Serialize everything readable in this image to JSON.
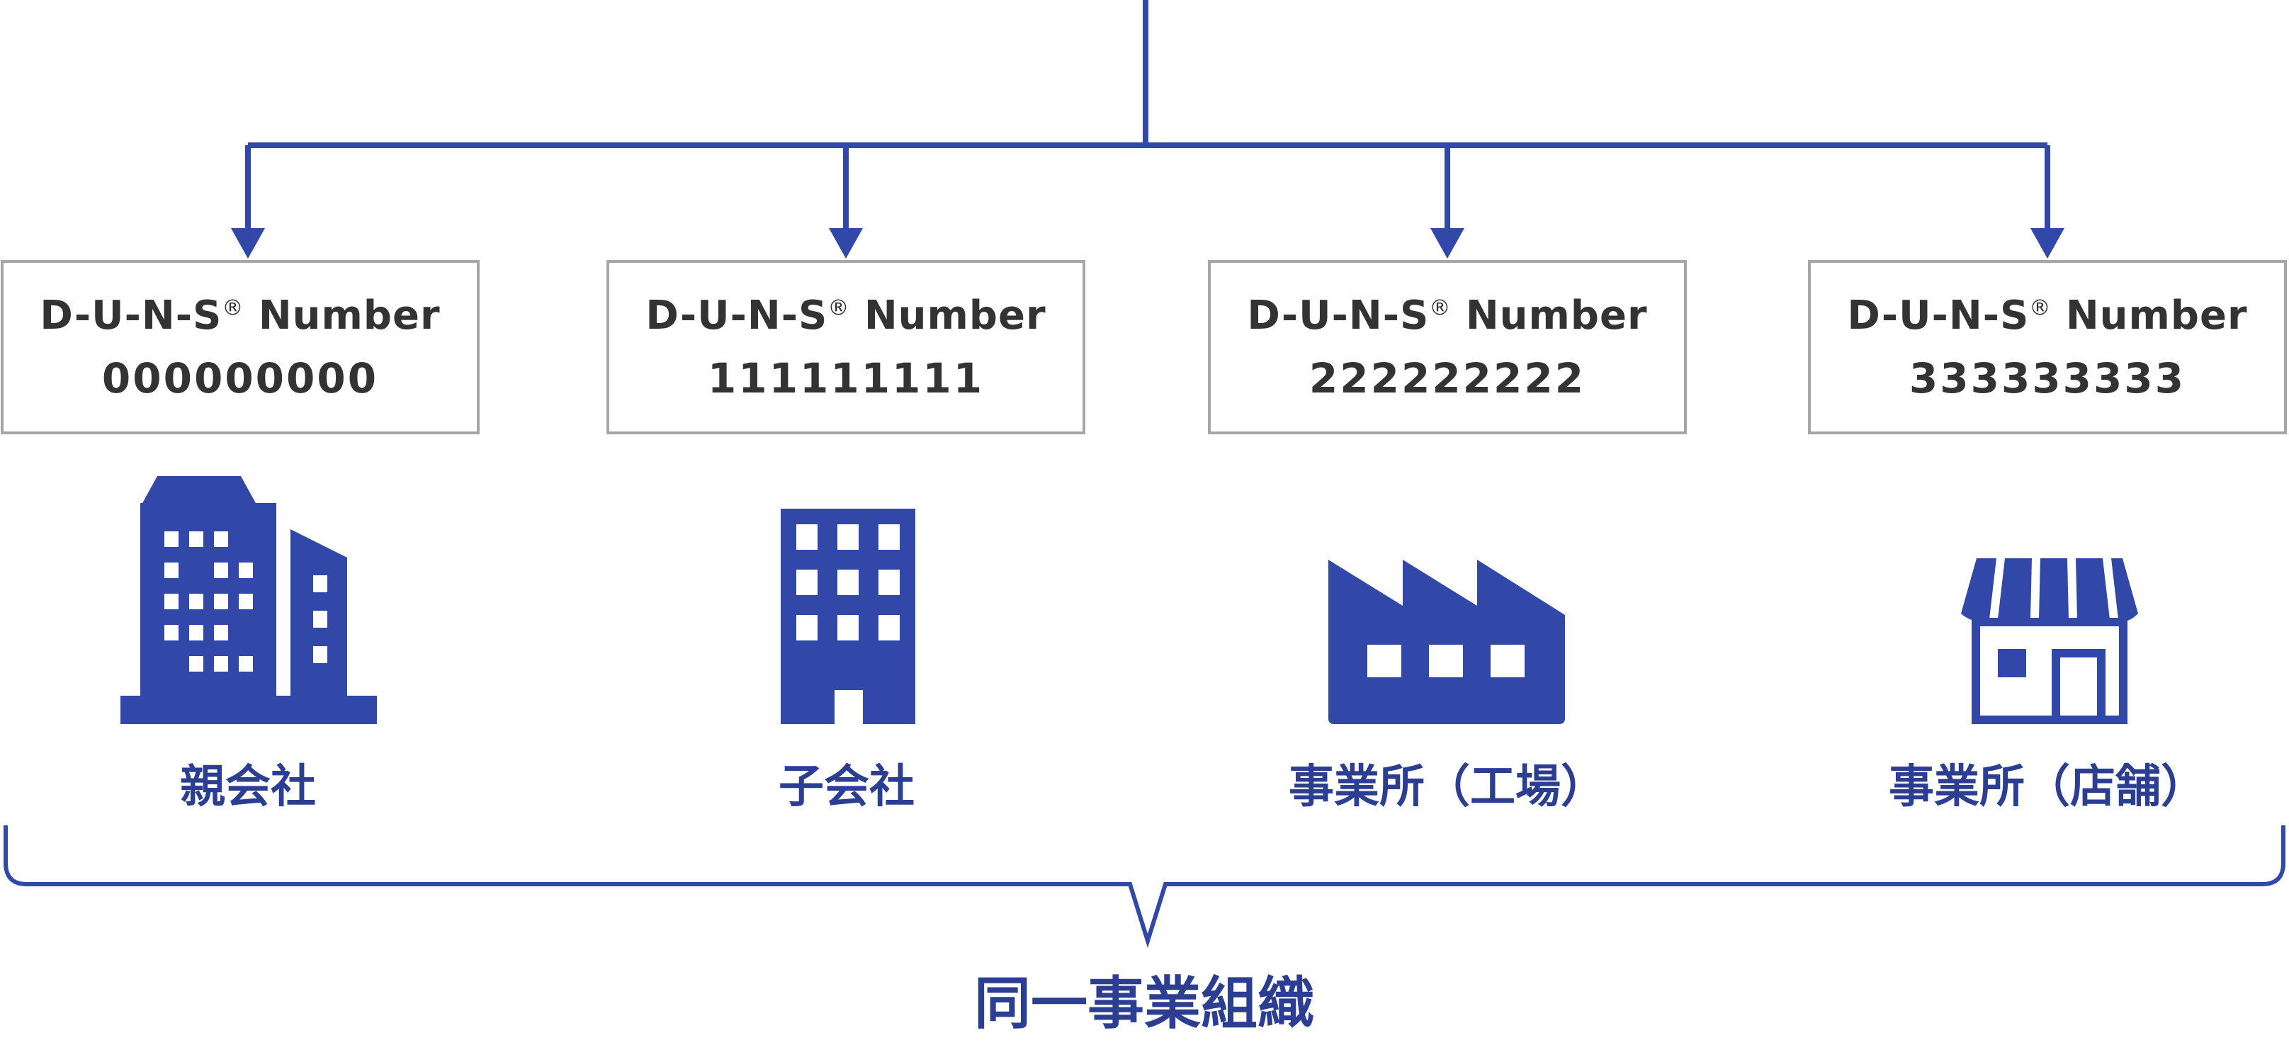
{
  "colors": {
    "accent": "#3148a8",
    "caption": "#2c3e92",
    "box_border": "#a6a6a6",
    "box_text": "#333333"
  },
  "entities": [
    {
      "label": "D-U-N-S",
      "reg": "®",
      "label_suffix": "Number",
      "number": "000000000",
      "caption": "親会社",
      "icon": "office-buildings-icon"
    },
    {
      "label": "D-U-N-S",
      "reg": "®",
      "label_suffix": "Number",
      "number": "111111111",
      "caption": "子会社",
      "icon": "building-icon"
    },
    {
      "label": "D-U-N-S",
      "reg": "®",
      "label_suffix": "Number",
      "number": "222222222",
      "caption": "事業所（工場）",
      "icon": "factory-icon"
    },
    {
      "label": "D-U-N-S",
      "reg": "®",
      "label_suffix": "Number",
      "number": "333333333",
      "caption": "事業所（店舗）",
      "icon": "store-icon"
    }
  ],
  "group_label": "同一事業組織"
}
